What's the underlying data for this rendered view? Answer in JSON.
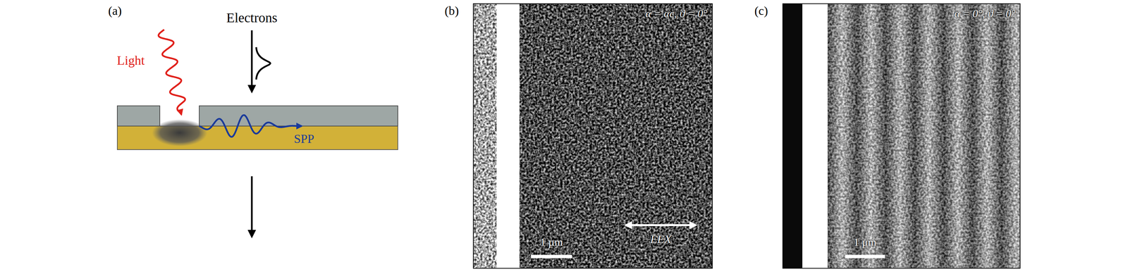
{
  "diagram": {
    "labels": [
      "(a)",
      "Light",
      "Electrons",
      "SPP",
      "(b)",
      "α = αc, ϑ = 0°",
      "1 µm",
      "EEX",
      "(c)",
      "α = 0°, ϑ = 0°",
      "1 µm"
    ]
  }
}
